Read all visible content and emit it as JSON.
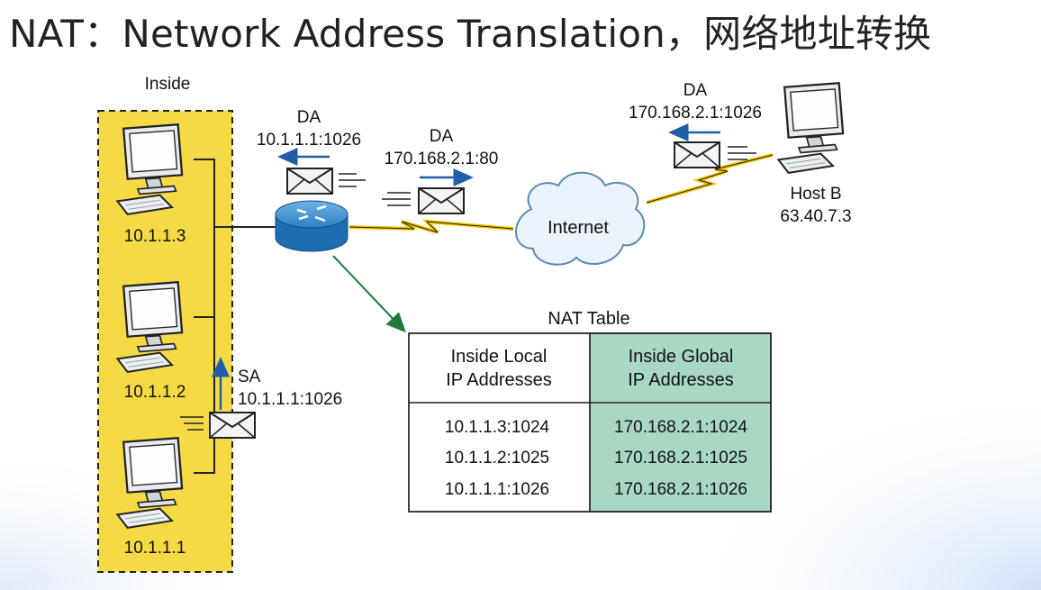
{
  "title": "NAT：Network Address Translation，网络地址转换",
  "inside_label": "Inside",
  "hosts": [
    "10.1.1.3",
    "10.1.1.2",
    "10.1.1.1"
  ],
  "sa": {
    "label": "SA",
    "addr": "10.1.1.1:1026"
  },
  "da_router_in": {
    "label": "DA",
    "addr": "10.1.1.1:1026"
  },
  "da_router_out": {
    "label": "DA",
    "addr": "170.168.2.1:80"
  },
  "da_hostb": {
    "label": "DA",
    "addr": "170.168.2.1:1026"
  },
  "internet": "Internet",
  "host_b": {
    "name": "Host B",
    "ip": "63.40.7.3"
  },
  "nat_table": {
    "caption": "NAT Table",
    "col1": [
      "Inside Local",
      "IP Addresses"
    ],
    "col2": [
      "Inside Global",
      "IP Addresses"
    ],
    "rows": [
      [
        "10.1.1.3:1024",
        "170.168.2.1:1024"
      ],
      [
        "10.1.1.2:1025",
        "170.168.2.1:1025"
      ],
      [
        "10.1.1.1:1026",
        "170.168.2.1:1026"
      ]
    ]
  },
  "colors": {
    "inside_fill": "#f6da45",
    "table_global_fill": "#a8d8c4",
    "router": "#2f80c0",
    "bolt": "#f4c400",
    "arrow_blue": "#1f5fa8",
    "arrow_green": "#1f7a3a"
  }
}
